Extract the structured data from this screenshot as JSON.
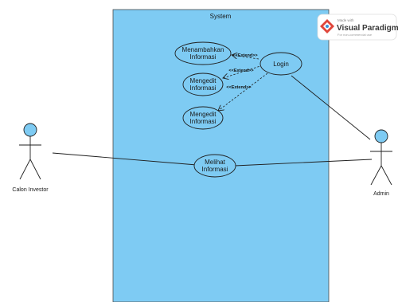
{
  "system": {
    "title": "System"
  },
  "actors": {
    "calon_investor": "Calon Investor",
    "admin": "Admin"
  },
  "use_cases": {
    "menambahkan": [
      "Menambahkan",
      "Informasi"
    ],
    "mengedit_1": [
      "Mengedit",
      "Informasi"
    ],
    "mengedit_2": [
      "Mengedit",
      "Informasi"
    ],
    "login": "Login",
    "melihat": [
      "Melihat",
      "Informasi"
    ]
  },
  "relations": {
    "extend_1": "<<Extend>>",
    "extend_2": "<<Extend>>",
    "extend_3": "<<Extend>>"
  },
  "watermark": {
    "made_with": "Made with",
    "brand": "Visual Paradigm",
    "note": "For non-commercial use"
  },
  "colors": {
    "system_fill": "#7ecbf3",
    "use_case_fill": "#7ecbf3",
    "actor_head": "#7ecbf3",
    "line": "#1f1f1f"
  }
}
